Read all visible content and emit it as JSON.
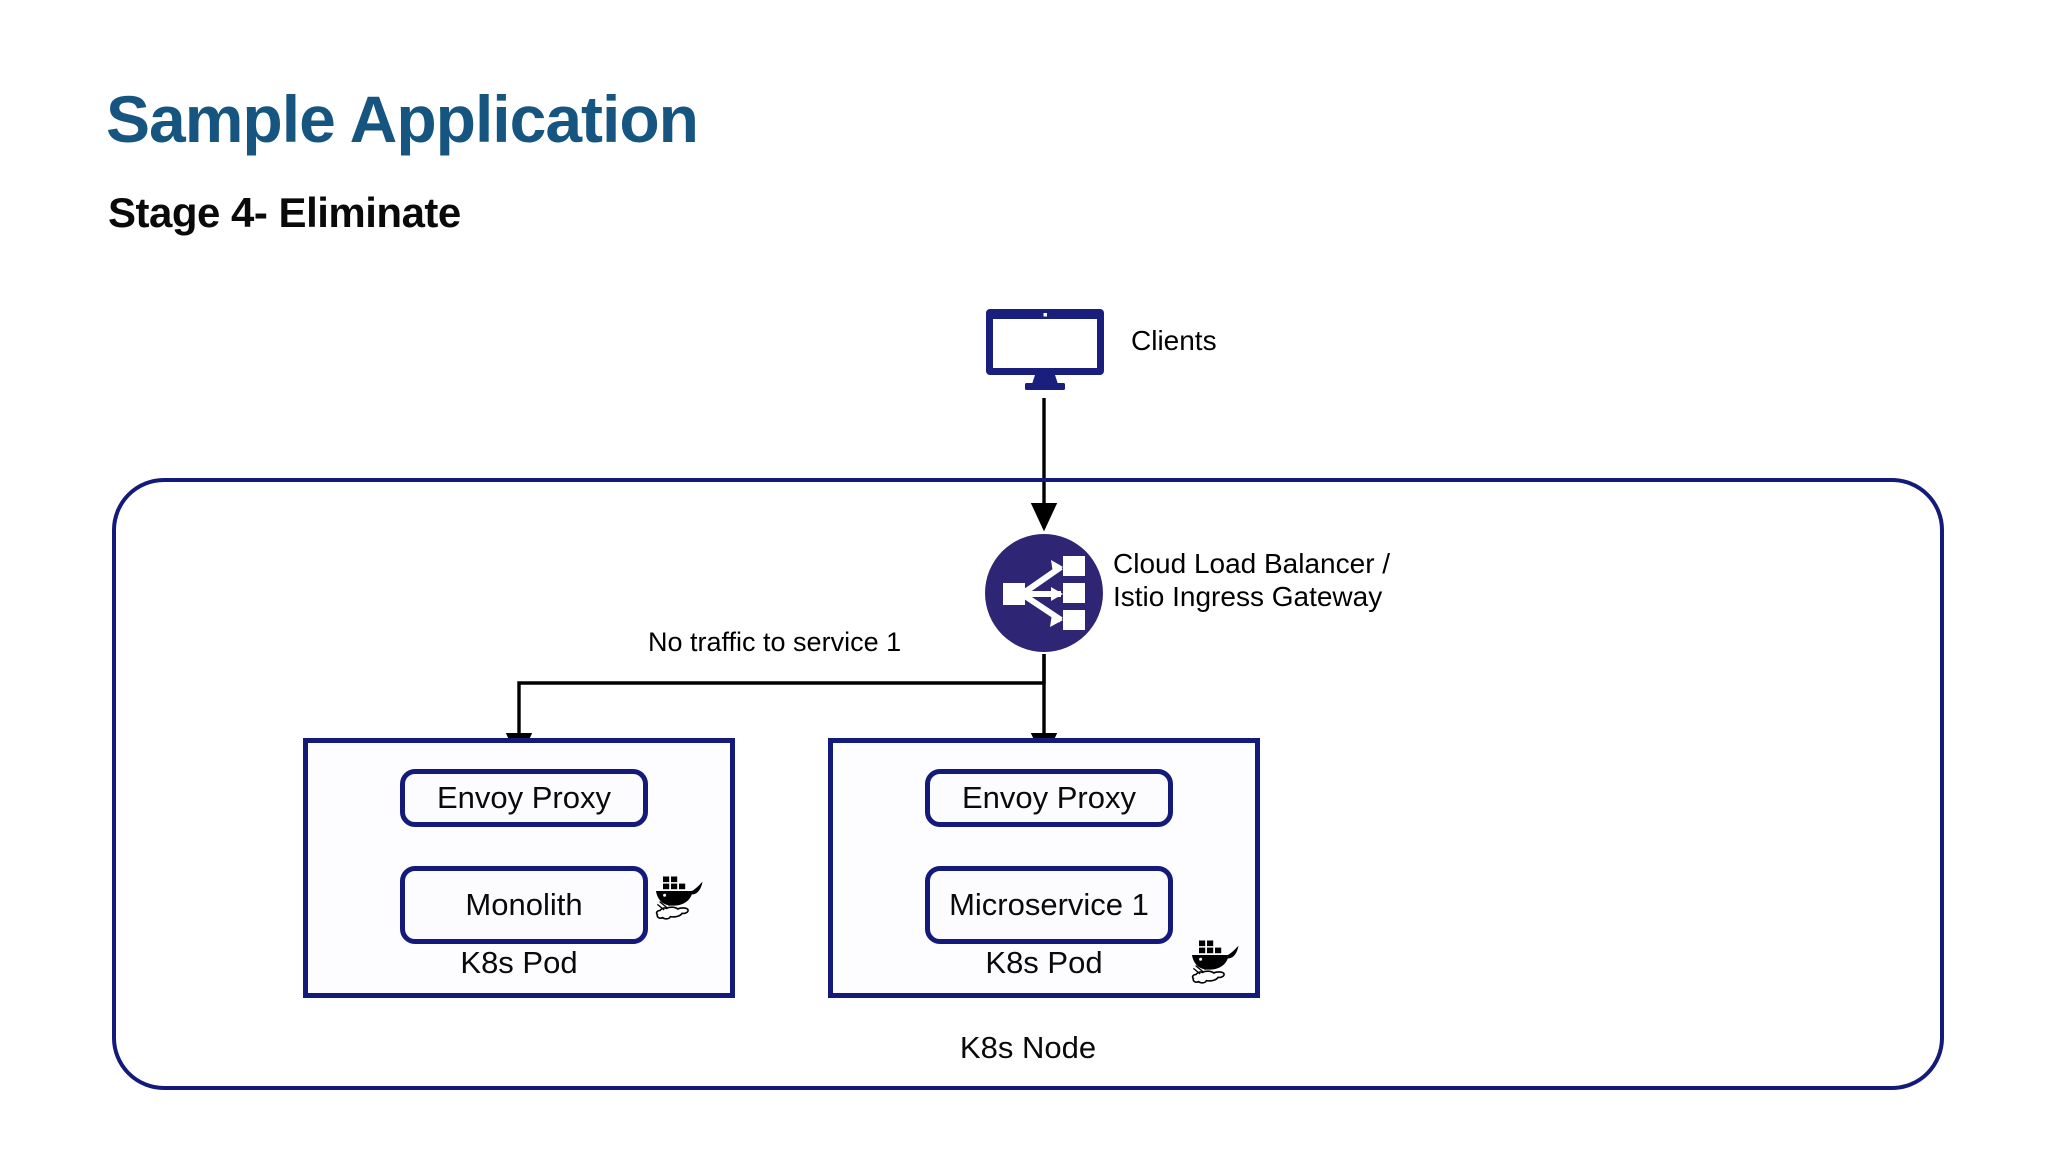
{
  "slide": {
    "title": "Sample Application",
    "subtitle": "Stage 4- Eliminate",
    "title_color": "#15557f",
    "accent_navy": "#141a7a",
    "lb_purple": "#2e2574",
    "background": "#ffffff"
  },
  "clients": {
    "label": "Clients",
    "icon": "desktop-monitor-icon"
  },
  "load_balancer": {
    "label_line1": "Cloud Load Balancer /",
    "label_line2": "Istio Ingress Gateway",
    "icon": "load-balancer-icon"
  },
  "annotations": {
    "no_traffic": "No traffic to service 1"
  },
  "node": {
    "label": "K8s Node"
  },
  "pods": [
    {
      "id": "pod-left",
      "label": "K8s Pod",
      "proxy": "Envoy Proxy",
      "app": "Monolith",
      "container_icon": "docker-whale-icon"
    },
    {
      "id": "pod-right",
      "label": "K8s Pod",
      "proxy": "Envoy Proxy",
      "app": "Microservice 1",
      "container_icon": "docker-whale-icon"
    }
  ]
}
